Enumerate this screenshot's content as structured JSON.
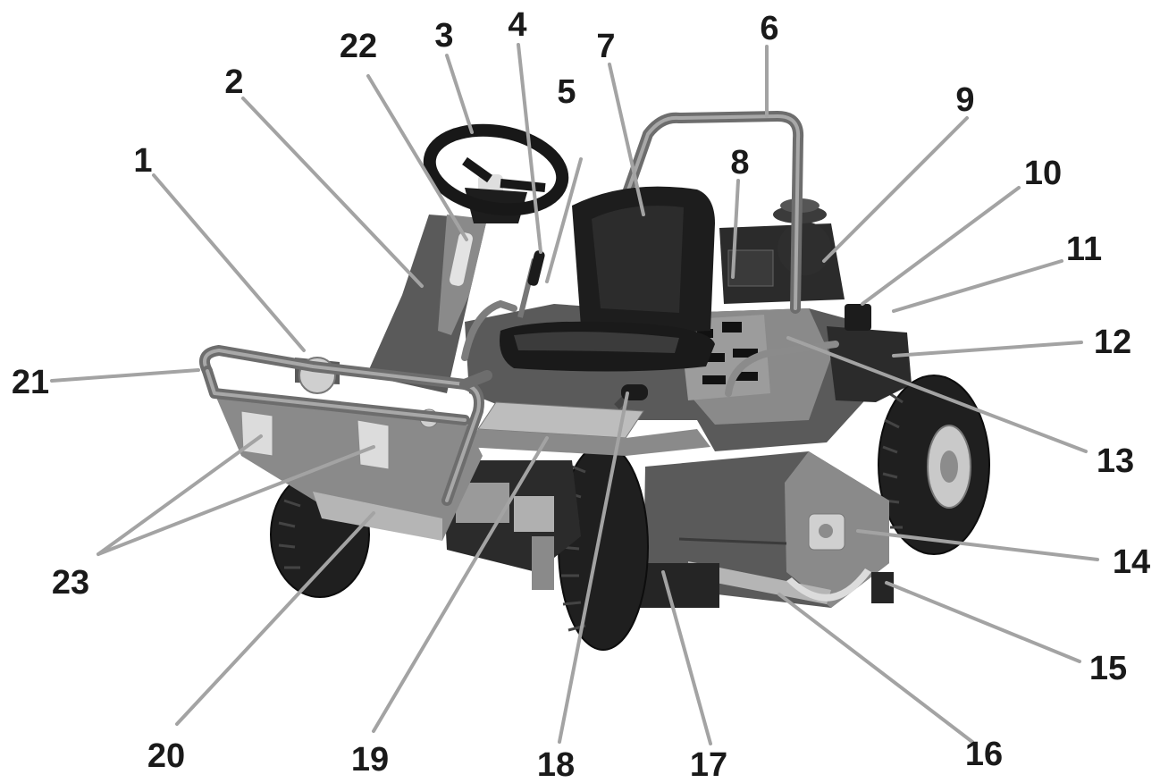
{
  "diagram": {
    "callouts": [
      {
        "label": "1"
      },
      {
        "label": "2"
      },
      {
        "label": "3"
      },
      {
        "label": "4"
      },
      {
        "label": "5"
      },
      {
        "label": "6"
      },
      {
        "label": "7"
      },
      {
        "label": "8"
      },
      {
        "label": "9"
      },
      {
        "label": "10"
      },
      {
        "label": "11"
      },
      {
        "label": "12"
      },
      {
        "label": "13"
      },
      {
        "label": "14"
      },
      {
        "label": "15"
      },
      {
        "label": "16"
      },
      {
        "label": "17"
      },
      {
        "label": "18"
      },
      {
        "label": "19"
      },
      {
        "label": "20"
      },
      {
        "label": "21"
      },
      {
        "label": "22"
      },
      {
        "label": "23"
      }
    ]
  }
}
